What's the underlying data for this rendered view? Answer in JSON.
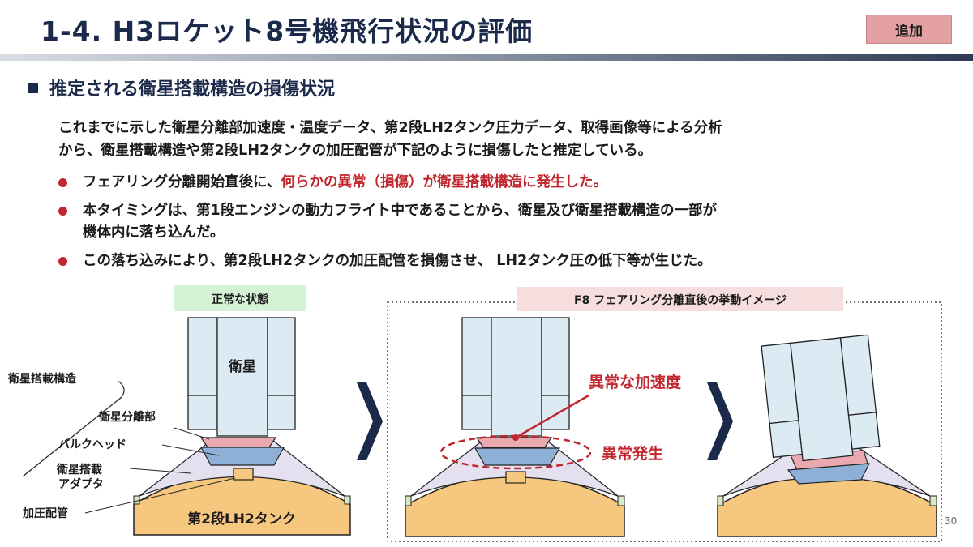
{
  "header": {
    "title": "1-4. H3ロケット8号機飛行状況の評価",
    "badge": "追加"
  },
  "section": {
    "heading": "推定される衛星搭載構造の損傷状況",
    "intro_line1": "これまでに示した衛星分離部加速度・温度データ、第2段LH2タンク圧力データ、取得画像等による分析",
    "intro_line2": "から、衛星搭載構造や第2段LH2タンクの加圧配管が下記のように損傷したと推定している。"
  },
  "bullets": [
    {
      "prefix": "フェアリング分離開始直後に、",
      "highlight": "何らかの異常（損傷）が衛星搭載構造に発生した。"
    },
    {
      "line1": "本タイミングは、第1段エンジンの動力フライト中であることから、衛星及び衛星搭載構造の一部が",
      "line2": "機体内に落ち込んだ。"
    },
    {
      "text": "この落ち込みにより、第2段LH2タンクの加圧配管を損傷させ、 LH2タンク圧の低下等が生じた。"
    }
  ],
  "diagram": {
    "normal_label": "正常な状態",
    "f8_label": "F8 フェアリング分離直後の挙動イメージ",
    "satellite": "衛星",
    "satellite_mount": "衛星搭載構造",
    "separation_part": "衛星分離部",
    "bulkhead": "バルクヘッド",
    "adapter_line1": "衛星搭載",
    "adapter_line2": "アダプタ",
    "pressure_pipe": "加圧配管",
    "tank": "第2段LH2タンク",
    "abnormal_accel": "異常な加速度",
    "anomaly": "異常発生"
  },
  "colors": {
    "navy": "#1b2a4a",
    "red": "#c0262d",
    "satellite_fill": "#dcebf3",
    "tank_fill": "#f6c77e",
    "adapter_fill": "#e4e0ef",
    "bulkhead_fill": "#8fb0d6",
    "separation_fill": "#e9a9ae",
    "green_label": "#d6f2d4",
    "pink_label": "#f7dede"
  },
  "page": {
    "number": "30"
  }
}
